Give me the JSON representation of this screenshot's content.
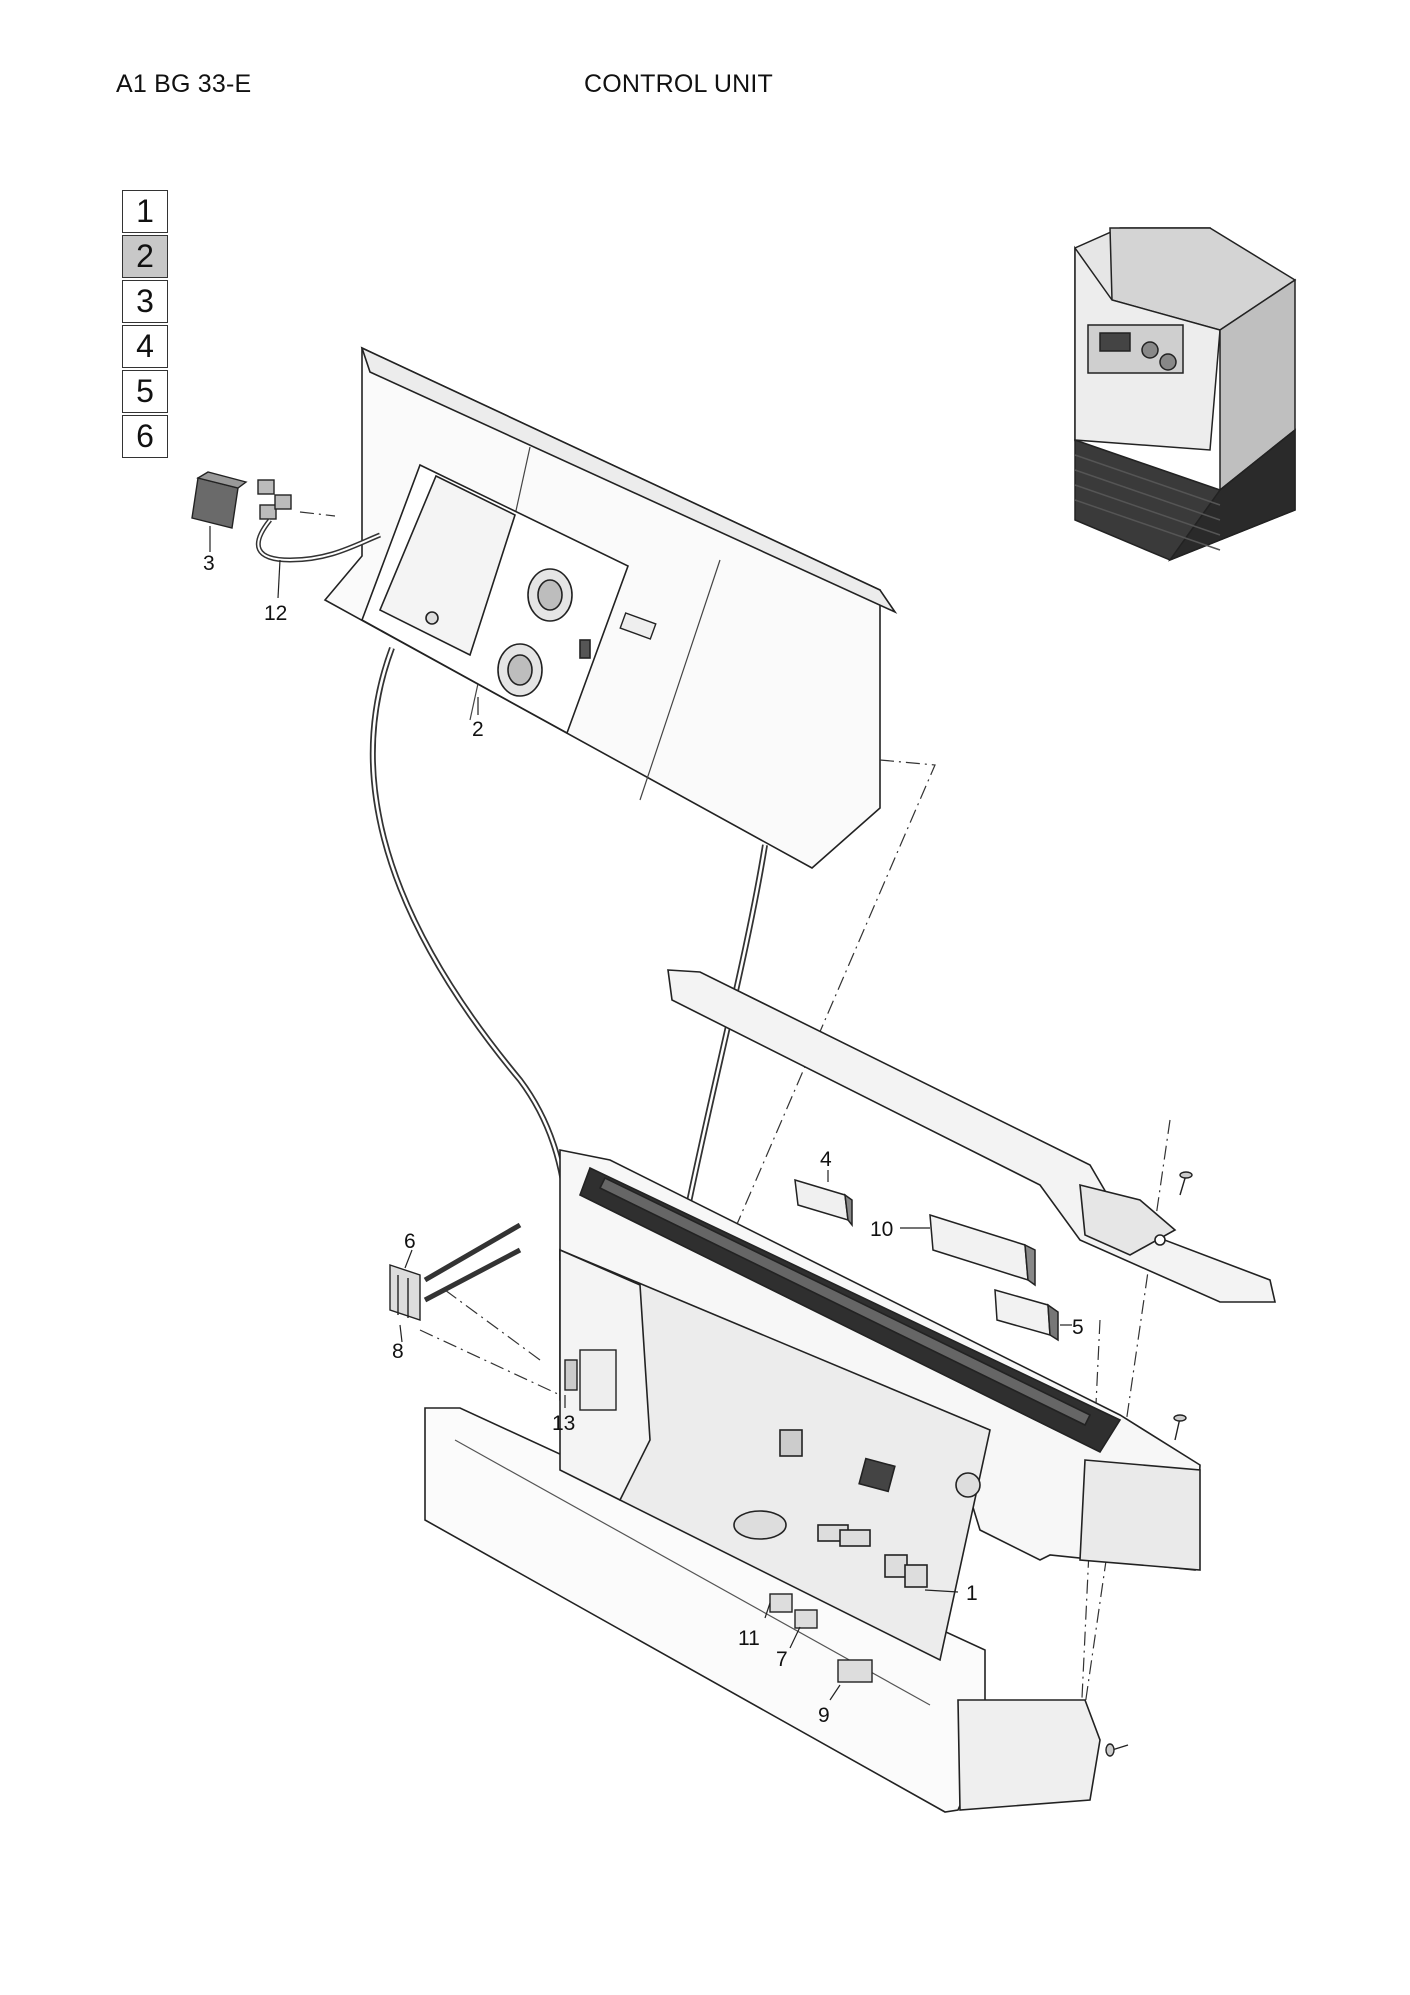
{
  "header": {
    "code": "A1 BG 33-E",
    "title": "CONTROL UNIT"
  },
  "nav": {
    "items": [
      "1",
      "2",
      "3",
      "4",
      "5",
      "6"
    ],
    "active": "2"
  },
  "callouts": {
    "c1": "1",
    "c2": "2",
    "c3": "3",
    "c4": "4",
    "c5": "5",
    "c6": "6",
    "c7": "7",
    "c8": "8",
    "c9": "9",
    "c10": "10",
    "c11": "11",
    "c12": "12",
    "c13": "13"
  }
}
